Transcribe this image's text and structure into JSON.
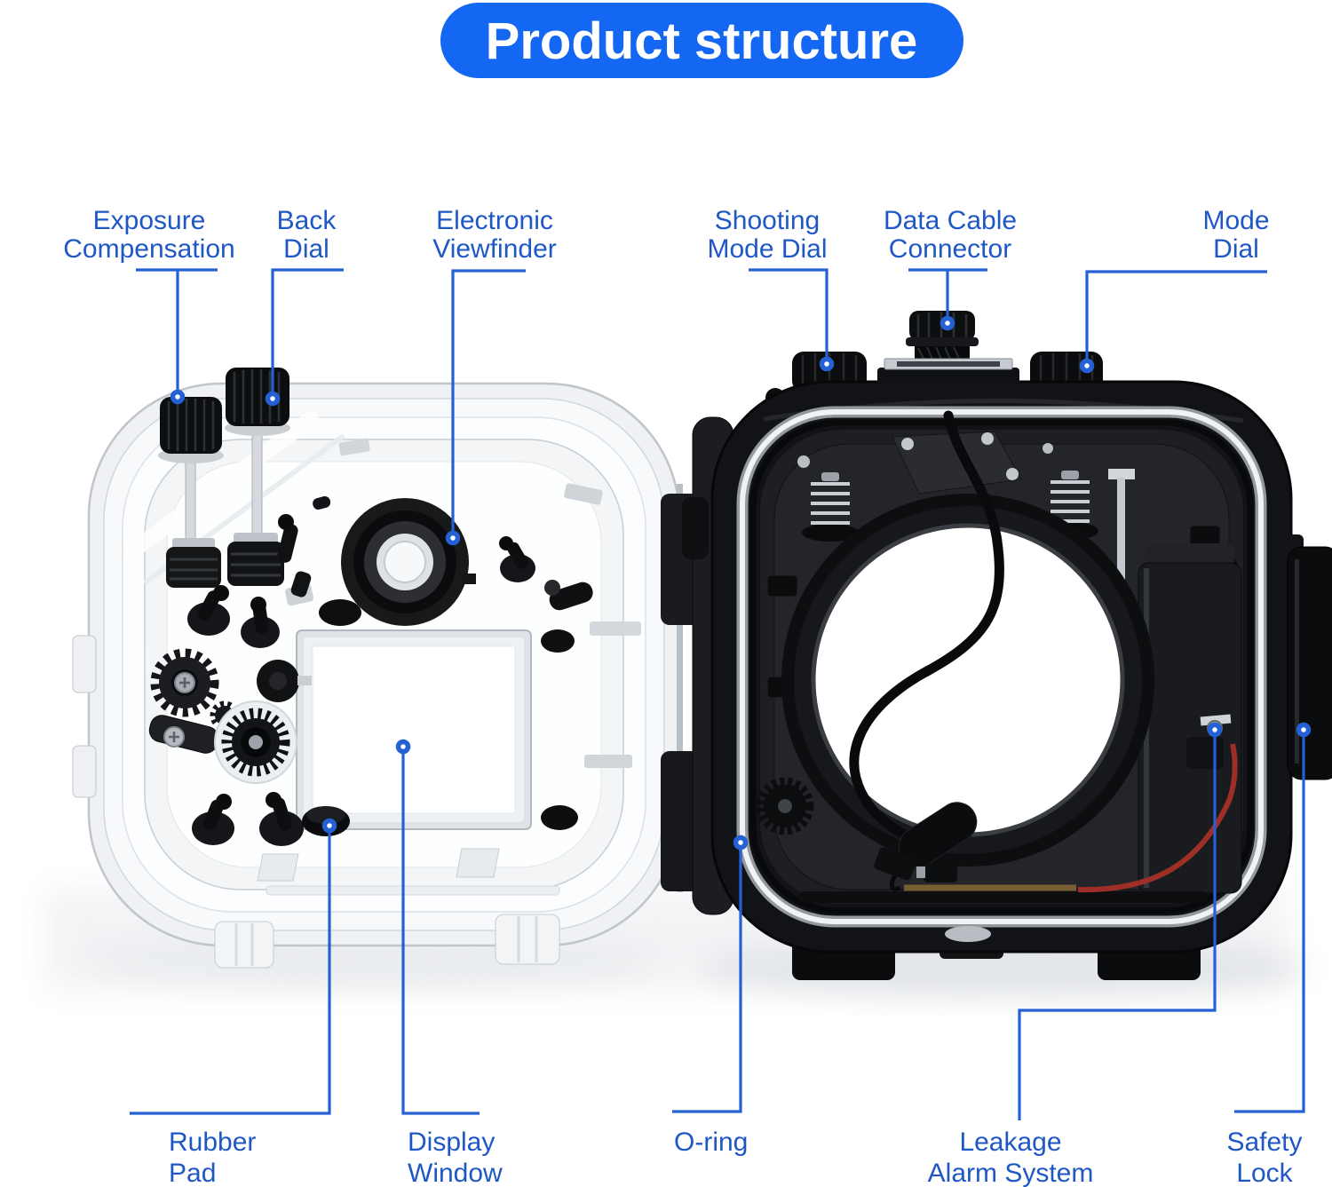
{
  "title": {
    "text": "Product structure"
  },
  "colors": {
    "banner_bg": "#1367f2",
    "banner_text": "#ffffff",
    "label_text": "#1f58c4",
    "leader_line": "#2361d4",
    "marker_ring": "#2361d4",
    "marker_fill": "#ffffff",
    "clear_housing": "#f4f6f8",
    "black_housing": "#121316",
    "o_ring_white": "#f1f2f4",
    "wire_red": "#9e2f27"
  },
  "labels": {
    "exposure_compensation": {
      "line1": "Exposure",
      "line2": "Compensation"
    },
    "back_dial": {
      "line1": "Back",
      "line2": "Dial"
    },
    "electronic_viewfinder": {
      "line1": "Electronic",
      "line2": "Viewfinder"
    },
    "shooting_mode_dial": {
      "line1": "Shooting",
      "line2": "Mode Dial"
    },
    "data_cable_connector": {
      "line1": "Data Cable",
      "line2": "Connector"
    },
    "mode_dial": {
      "line1": "Mode",
      "line2": "Dial"
    },
    "rubber_pad": {
      "line1": "Rubber",
      "line2": "Pad"
    },
    "display_window": {
      "line1": "Display",
      "line2": "Window"
    },
    "o_ring": {
      "line1": "O-ring"
    },
    "leakage_alarm_system": {
      "line1": "Leakage",
      "line2": "Alarm System"
    },
    "safety_lock": {
      "line1": "Safety",
      "line2": "Lock"
    }
  }
}
